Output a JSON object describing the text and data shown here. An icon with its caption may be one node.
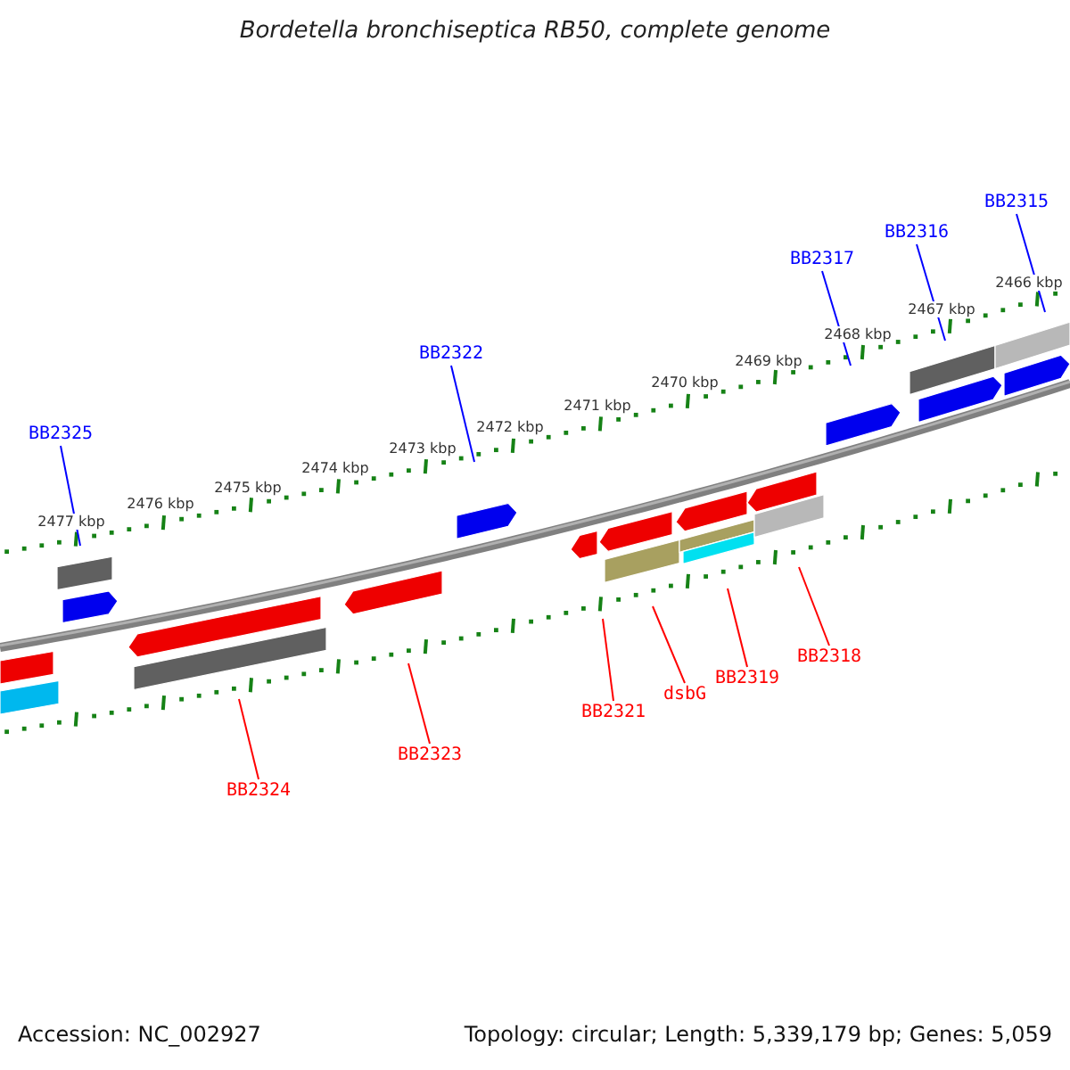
{
  "diagram": {
    "title": "Bordetella bronchiseptica RB50, complete genome",
    "nodes": [
      {
        "text": [
          "BB2315"
        ]
      },
      {
        "text": [
          "BB2316"
        ]
      },
      {
        "text": [
          "BB2317"
        ]
      },
      {
        "text": [
          "BB2322"
        ]
      },
      {
        "text": [
          "BB2325"
        ]
      },
      {
        "text": [
          "BB2318"
        ]
      },
      {
        "text": [
          "BB2319"
        ]
      },
      {
        "text": [
          "dsbG"
        ]
      },
      {
        "text": [
          "BB2321"
        ]
      },
      {
        "text": [
          "BB2323"
        ]
      },
      {
        "text": [
          "BB2324"
        ]
      }
    ],
    "edges": [
      {
        "from": 0,
        "to": null,
        "arrow": "none",
        "color": "#0000ff"
      },
      {
        "from": 1,
        "to": null,
        "arrow": "none",
        "color": "#0000ff"
      },
      {
        "from": 2,
        "to": null,
        "arrow": "none",
        "color": "#0000ff"
      },
      {
        "from": 3,
        "to": null,
        "arrow": "none",
        "color": "#0000ff"
      },
      {
        "from": 4,
        "to": null,
        "arrow": "none",
        "color": "#0000ff"
      },
      {
        "from": 5,
        "to": null,
        "arrow": "none"
      },
      {
        "from": 6,
        "to": null,
        "arrow": "none"
      },
      {
        "from": 7,
        "to": null,
        "arrow": "none"
      },
      {
        "from": 8,
        "to": null,
        "arrow": "none"
      },
      {
        "from": 9,
        "to": null,
        "arrow": "none"
      },
      {
        "from": 10,
        "to": null,
        "arrow": "none"
      }
    ],
    "labels": [
      "2466 kbp",
      "2467 kbp",
      "2468 kbp",
      "2469 kbp",
      "2470 kbp",
      "2471 kbp",
      "2472 kbp",
      "2473 kbp",
      "2474 kbp",
      "2475 kbp",
      "2476 kbp",
      "2477 kbp",
      "Accession: NC_002927",
      "Topology: circular; Length: 5,339,179 bp; Genes: 5,059"
    ]
  }
}
